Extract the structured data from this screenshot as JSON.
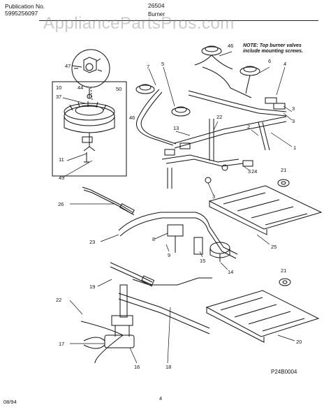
{
  "header": {
    "publication_label": "Publication No.",
    "publication_number": "5995256097",
    "model": "26504",
    "section": "Burner"
  },
  "watermark": "AppliancePartsPros.com",
  "note": {
    "line1": "NOTE: Top burner valves",
    "line2": "include mounting screws."
  },
  "drawing_code": "P24B0004",
  "footer": {
    "date": "08/94",
    "page": "4"
  },
  "callouts": {
    "c47": "47",
    "c46a": "46",
    "c46b": "46",
    "c7": "7",
    "c5": "5",
    "c6": "6",
    "c4": "4",
    "c10": "10",
    "c44": "44",
    "c50": "50",
    "c37": "37",
    "c11": "11",
    "c45": "45",
    "c3a": "3",
    "c3b": "3",
    "c3c": "3",
    "c3d": "3",
    "c22a": "22",
    "c22b": "22",
    "c13": "13",
    "c2": "2",
    "c1": "1",
    "c24": "24",
    "c21a": "21",
    "c21b": "21",
    "c26": "26",
    "c8": "8",
    "c23": "23",
    "c15": "15",
    "c25": "25",
    "c14": "14",
    "c9": "9",
    "c19": "19",
    "c17": "17",
    "c16": "16",
    "c18": "18",
    "c20": "20"
  }
}
